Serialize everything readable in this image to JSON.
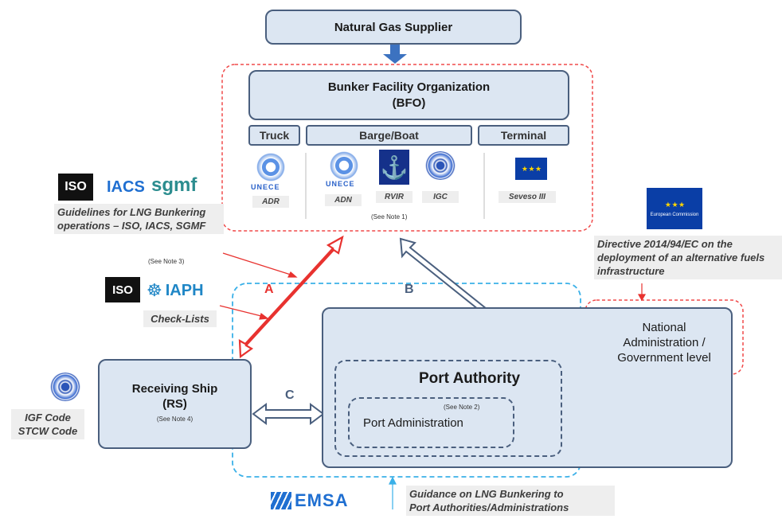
{
  "colors": {
    "box_fill": "#dce6f2",
    "box_border": "#4a5f7e",
    "red_dashed": "#f04a4a",
    "blue_dashed": "#3ab0e8",
    "red_arrow": "#e8322f",
    "dark_arrow": "#4a5f7e",
    "supplier_arrow": "#3c72c0"
  },
  "supplier": {
    "label": "Natural Gas Supplier"
  },
  "bfo": {
    "line1": "Bunker Facility Organization",
    "line2": "(BFO)"
  },
  "tabs": {
    "truck": "Truck",
    "barge": "Barge/Boat",
    "terminal": "Terminal"
  },
  "logos": {
    "unece1": "UNECE",
    "adr": "ADR",
    "unece2": "UNECE",
    "adn": "ADN",
    "rvir": "RVIR",
    "igc": "IGC",
    "seveso": "Seveso III",
    "see_note_1": "(See Note 1)"
  },
  "guidelines": {
    "iso": "ISO",
    "iacs": "IACS",
    "sgmf": "sgmf",
    "text": "Guidelines for LNG Bunkering operations – ISO, IACS, SGMF",
    "see_note_3": "(See Note 3)",
    "iso2": "ISO",
    "iaph": "IAPH",
    "checklists": "Check-Lists"
  },
  "directive": {
    "text": "Directive 2014/94/EC on the deployment of an alternative fuels infrastructure"
  },
  "national": {
    "label": "National Administration / Government level"
  },
  "receiving": {
    "line1": "Receiving Ship",
    "line2": "(RS)",
    "note": "(See Note 4)"
  },
  "igf": {
    "line1": "IGF Code",
    "line2": "STCW Code"
  },
  "port": {
    "authority": "Port Authority",
    "note2": "(See Note 2)",
    "administration": "Port Administration"
  },
  "arrows": {
    "a": "A",
    "b": "B",
    "c": "C"
  },
  "emsa": {
    "logo": "EMSA",
    "guidance_line1": "Guidance on LNG Bunkering to",
    "guidance_line2": "Port Authorities/Administrations"
  }
}
